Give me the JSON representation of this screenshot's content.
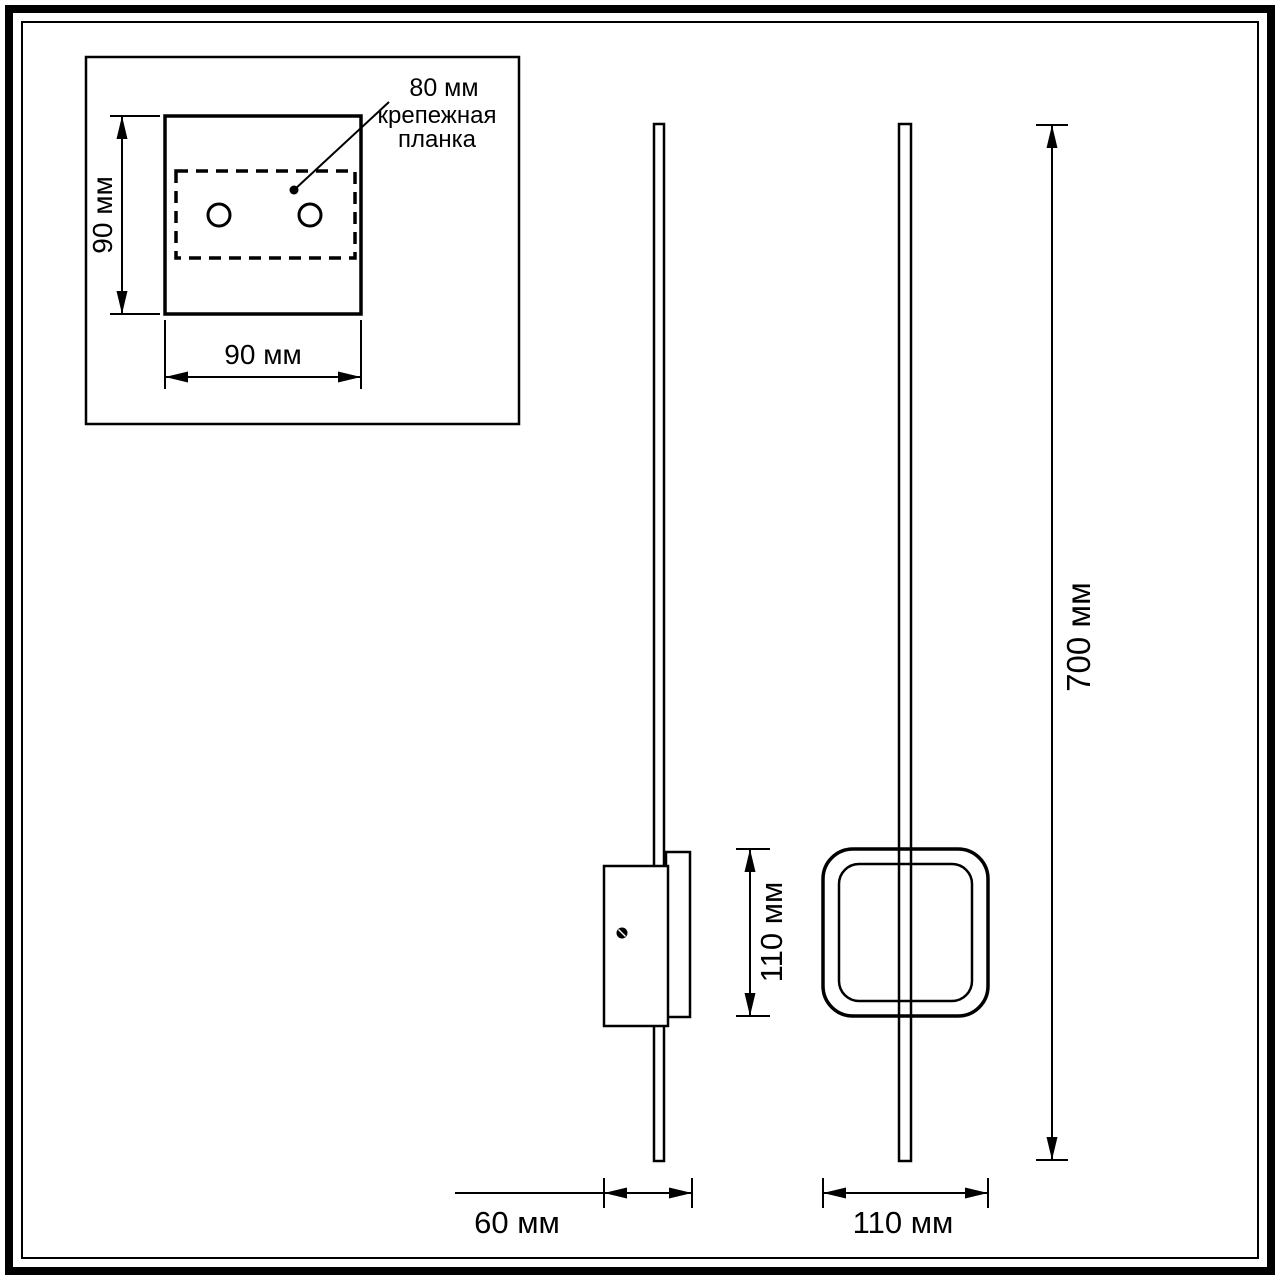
{
  "colors": {
    "line": "#000000",
    "background": "#ffffff"
  },
  "inset": {
    "plate_offset": "80 мм",
    "plate_name_1": "крепежная",
    "plate_name_2": "планка",
    "height": "90 мм",
    "width": "90 мм"
  },
  "side": {
    "depth": "60 мм"
  },
  "front": {
    "bracket_height": "110 мм",
    "bracket_width": "110 мм",
    "length": "700 мм"
  }
}
